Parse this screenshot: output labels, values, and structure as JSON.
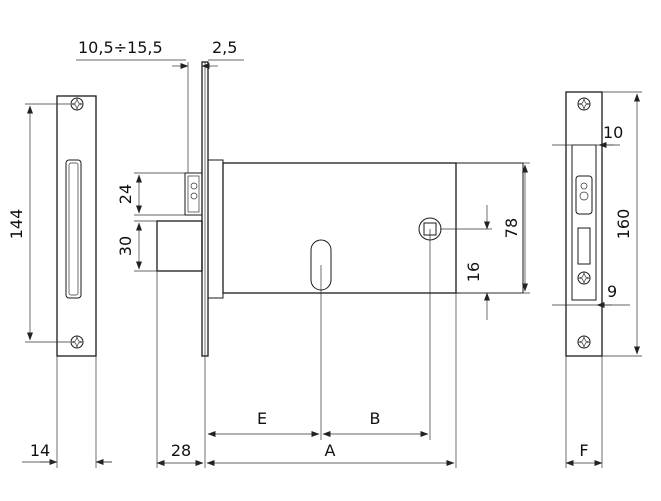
{
  "dimensions": {
    "backset_range": "10,5÷15,5",
    "faceplate_thickness": "2,5",
    "plate_hole_spacing": "144",
    "bolt_height": "24",
    "latch_height": "30",
    "plate_width": "14",
    "latch_projection": "28",
    "case_height": "78",
    "spindle_offset": "16",
    "dim_e": "E",
    "dim_b": "B",
    "dim_a": "A",
    "strike_height": "160",
    "strike_top": "10",
    "strike_bottom": "9",
    "dim_f": "F"
  }
}
